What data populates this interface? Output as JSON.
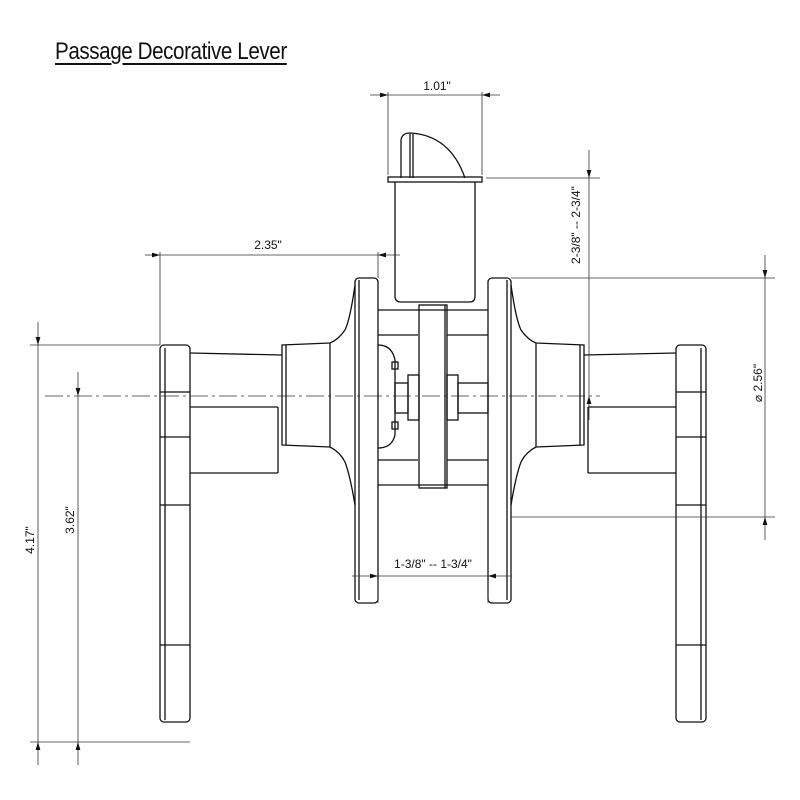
{
  "title": "Passage Decorative Lever",
  "dimensions": {
    "latch_width": "1.01\"",
    "backset_to_lever": "2.35\"",
    "backset": "2-3/8\" -- 2-3/4\"",
    "rose_diameter": "⌀ 2.56\"",
    "lever_height": "4.17\"",
    "lever_center_height": "3.62\"",
    "door_thickness": "1-3/8\" -- 1-3/4\""
  }
}
